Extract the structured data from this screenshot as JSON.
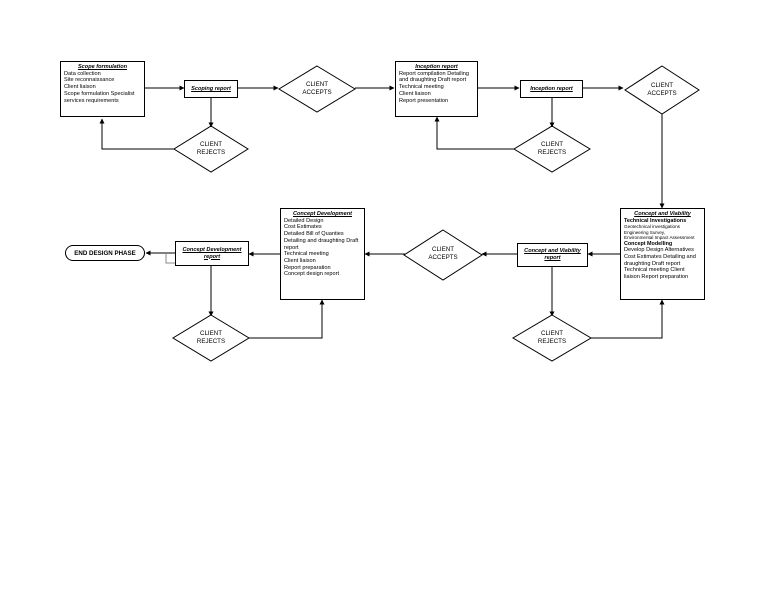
{
  "scope_box": {
    "title": "Scope formulation",
    "lines": [
      "Data collection",
      "Site reconnaissance",
      "Client liaison",
      "Scope formulation Specialist",
      "services requirements"
    ]
  },
  "scoping_report": "Scoping report",
  "client_accepts": [
    "CLIENT",
    "ACCEPTS"
  ],
  "client_rejects": [
    "CLIENT",
    "REJECTS"
  ],
  "inception_box": {
    "title": "Inception report",
    "lines": [
      "Report compilation    Detailing",
      "and draughting    Draft report",
      "Technical meeting",
      "Client liaison",
      "Report presentation"
    ]
  },
  "inception_report": "Inception report",
  "viability_box": {
    "title": "Concept  and Viability",
    "sub1": "Technical Investigations",
    "small_lines": [
      "Geotechnical investigations",
      "Engineering Survey,",
      "Environmental Impact Assessment"
    ],
    "sub2": "Concept Modelling",
    "lines": [
      "Develop Design Alternatives",
      "Cost Estimates      Detailing and",
      "draughting     Draft report",
      "Technical meeting Client",
      "liaison Report preparation"
    ]
  },
  "viability_report": [
    "Concept  and Viability",
    "report"
  ],
  "development_box": {
    "title": "Concept Development",
    "lines": [
      "Detailed Design",
      "Cost Estimates",
      "Detailed Bill of Quanties",
      "Detailing and draughting Draft",
      "report",
      "Technical meeting",
      "Client liaison",
      "Report preparation",
      "Concept design report"
    ]
  },
  "development_report": [
    "Concept Development",
    "report"
  ],
  "end_label": "END DESIGN PHASE"
}
